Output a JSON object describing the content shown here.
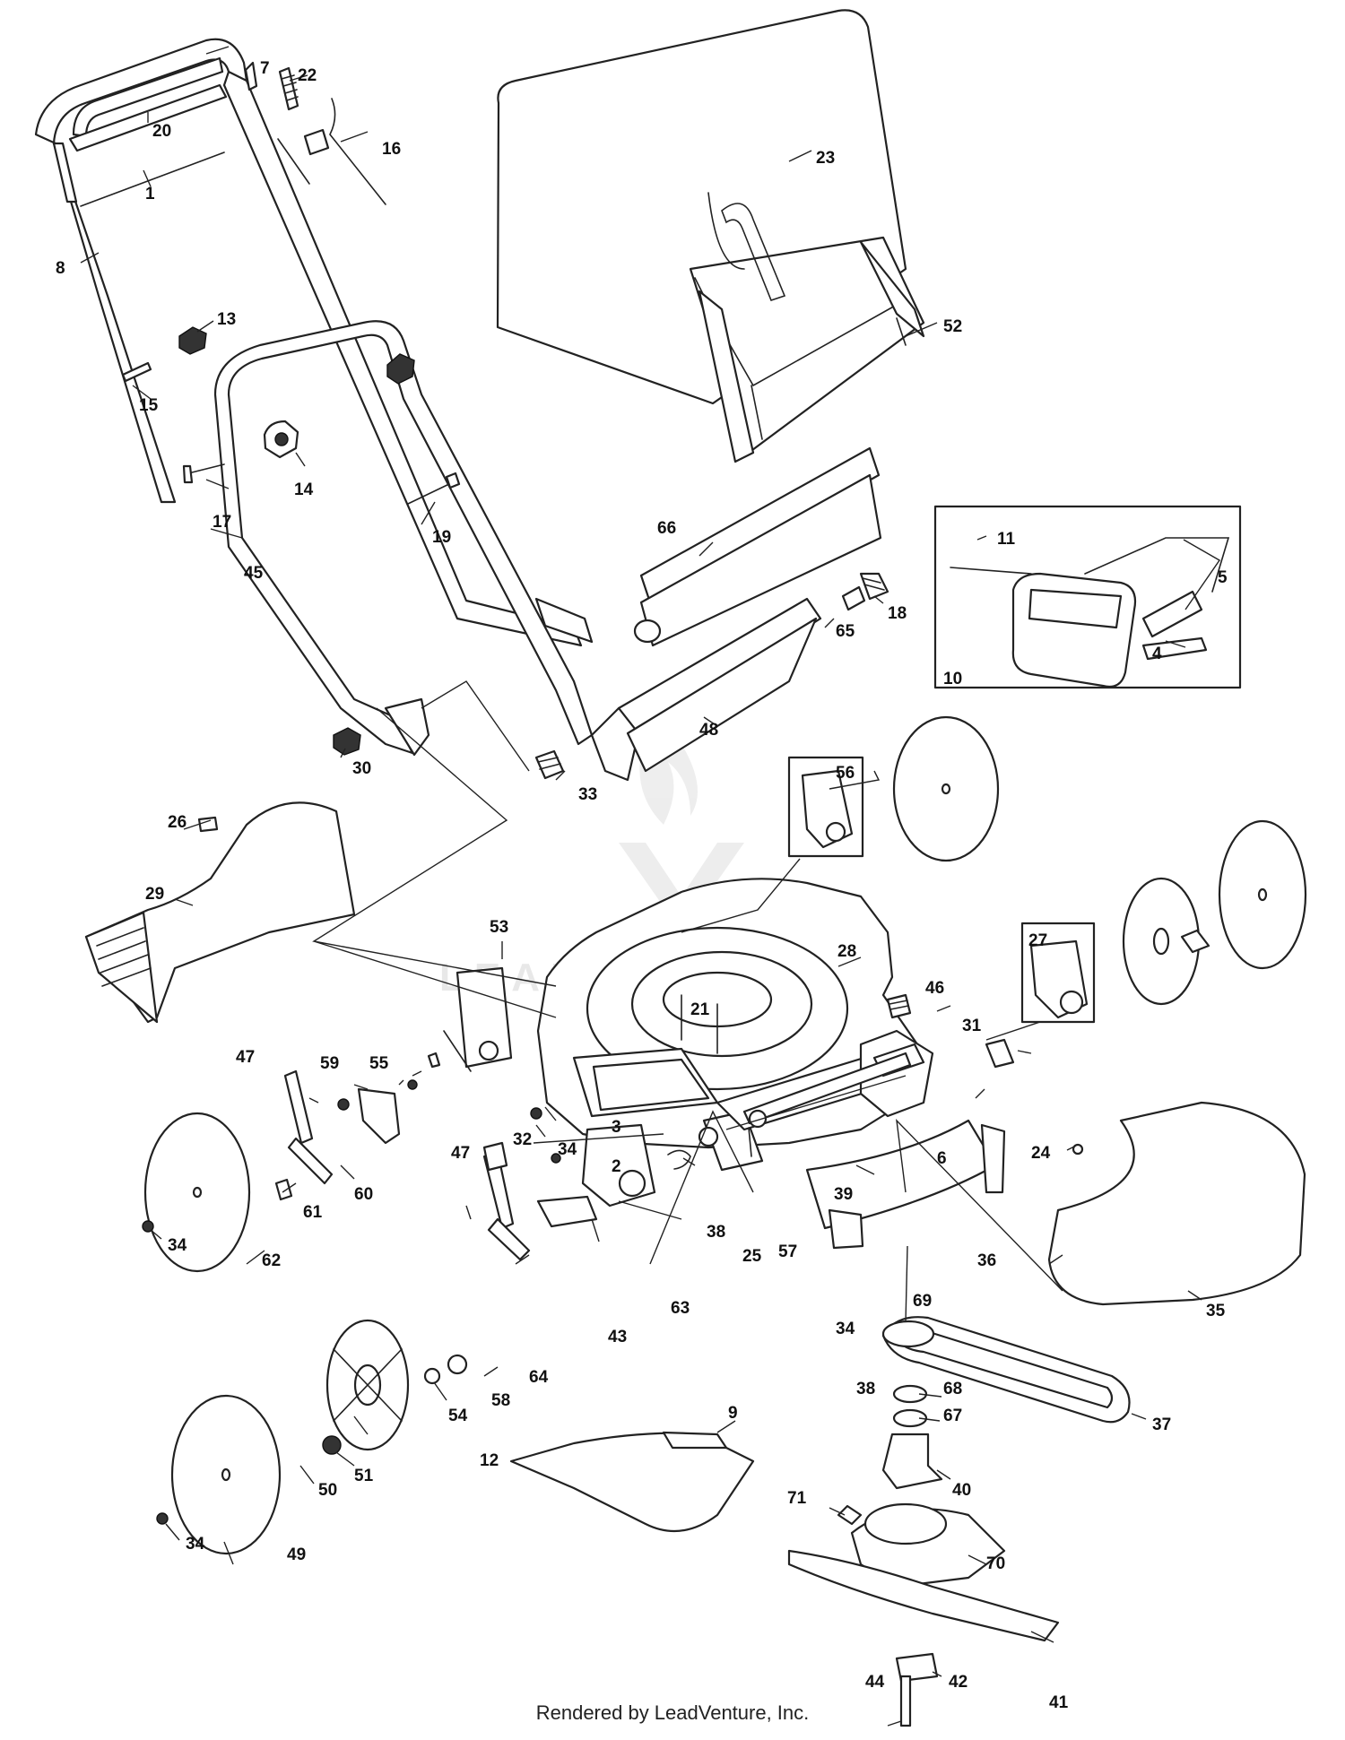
{
  "footer": "Rendered by LeadVenture, Inc.",
  "watermark": "LEADVENTURE",
  "callouts": [
    "1",
    "2",
    "3",
    "4",
    "5",
    "6",
    "7",
    "8",
    "9",
    "10",
    "11",
    "12",
    "13",
    "14",
    "15",
    "16",
    "17",
    "18",
    "19",
    "20",
    "21",
    "22",
    "23",
    "24",
    "25",
    "26",
    "27",
    "28",
    "29",
    "30",
    "31",
    "32",
    "33",
    "34",
    "35",
    "36",
    "37",
    "38",
    "39",
    "40",
    "41",
    "42",
    "43",
    "44",
    "45",
    "46",
    "47",
    "48",
    "49",
    "50",
    "51",
    "52",
    "53",
    "54",
    "55",
    "56",
    "57",
    "58",
    "59",
    "60",
    "61",
    "62",
    "63",
    "64",
    "65",
    "66",
    "67",
    "68",
    "69",
    "70",
    "71"
  ]
}
